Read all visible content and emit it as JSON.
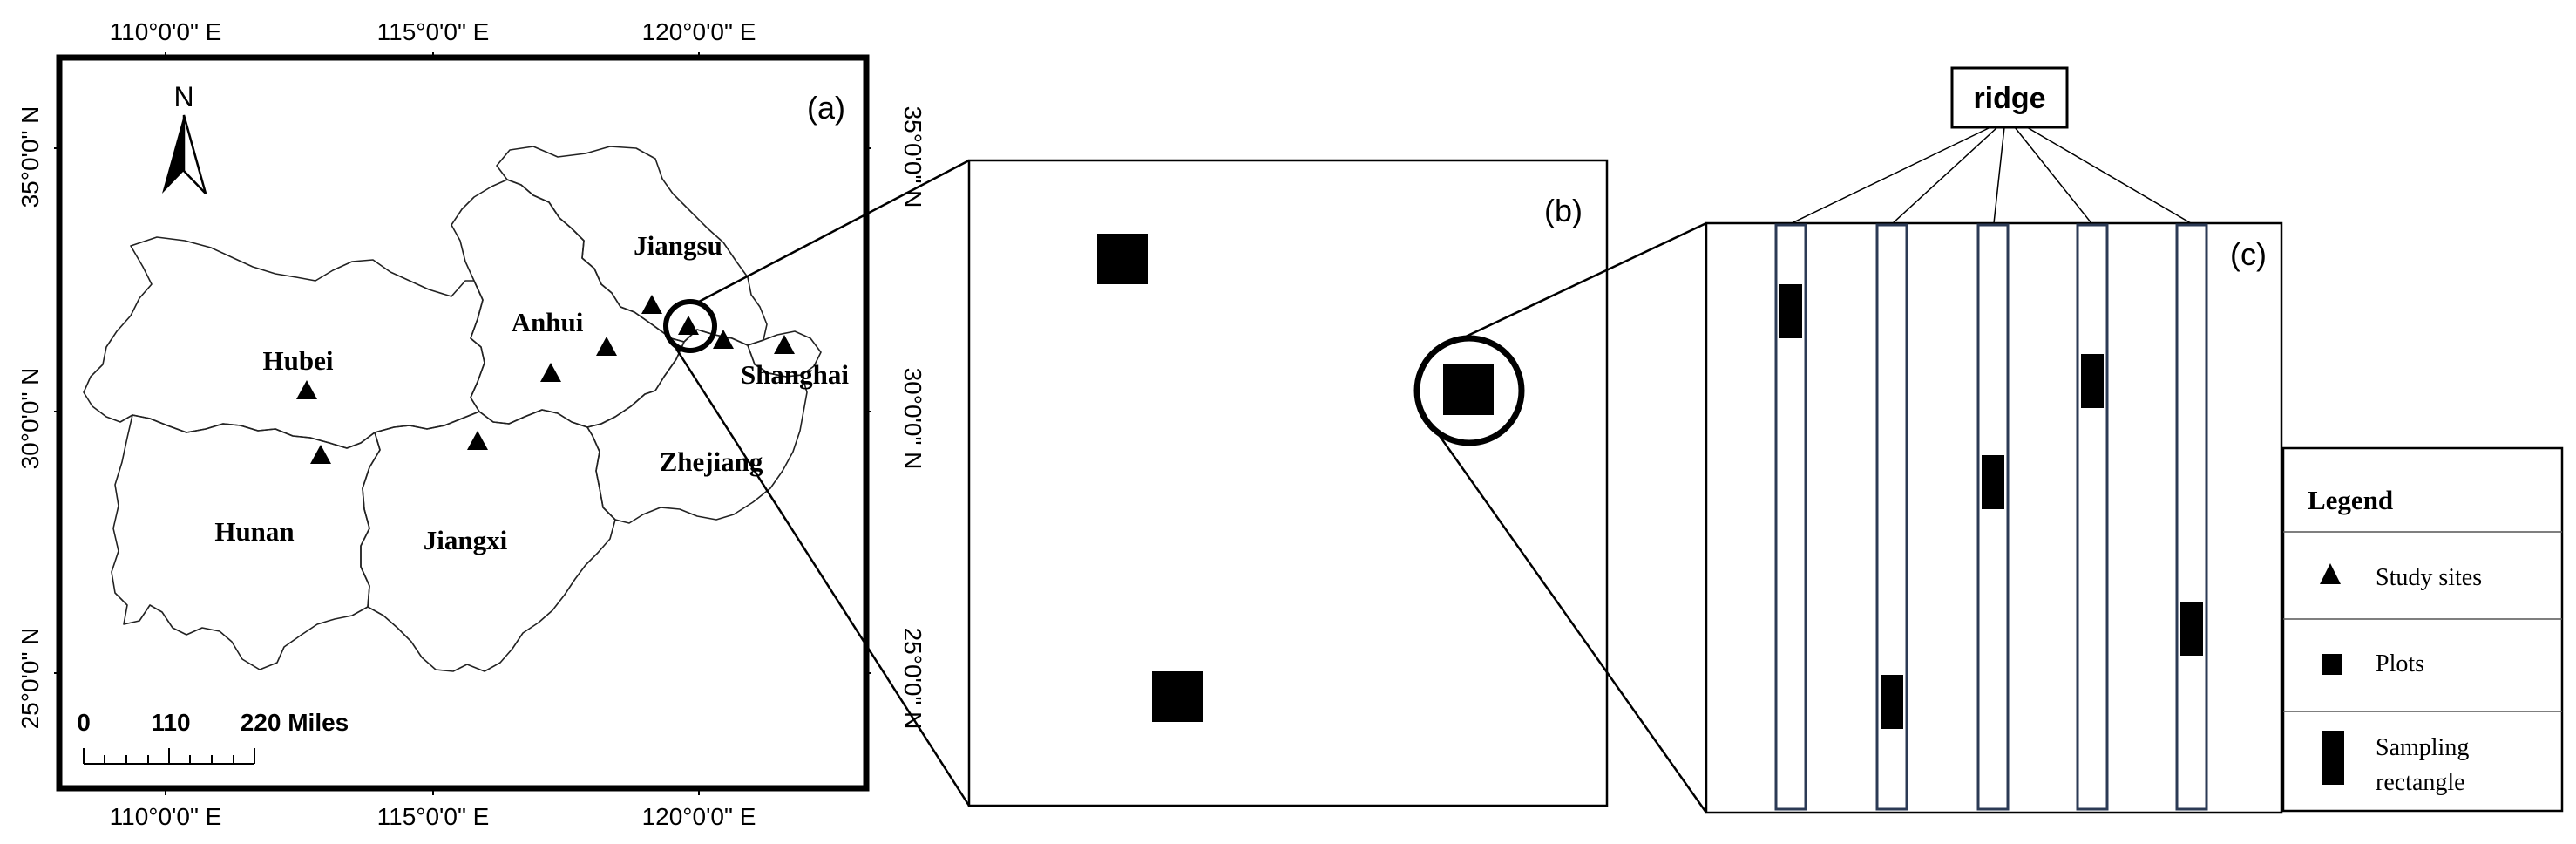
{
  "panel_a": {
    "label": "(a)",
    "north": "N",
    "top_lon": [
      "110°0'0\" E",
      "115°0'0\" E",
      "120°0'0\" E"
    ],
    "bottom_lon": [
      "110°0'0\" E",
      "115°0'0\" E",
      "120°0'0\" E"
    ],
    "left_lat": [
      "35°0'0\" N",
      "30°0'0\" N",
      "25°0'0\" N"
    ],
    "right_lat": [
      "35°0'0\" N",
      "30°0'0\" N",
      "25°0'0\" N"
    ],
    "provinces": [
      "Jiangsu",
      "Anhui",
      "Hubei",
      "Shanghai",
      "Zhejiang",
      "Hunan",
      "Jiangxi"
    ],
    "scale_labels": [
      "0",
      "110",
      "220 Miles"
    ]
  },
  "panel_b": {
    "label": "(b)"
  },
  "panel_c": {
    "label": "(c)",
    "ridge": "ridge",
    "ridge_count": 5
  },
  "legend": {
    "title": "Legend",
    "items": [
      {
        "icon": "triangle-icon",
        "label": "Study sites"
      },
      {
        "icon": "square-icon",
        "label": "Plots"
      },
      {
        "icon": "rectangle-icon",
        "label_line1": "Sampling",
        "label_line2": "rectangle"
      }
    ]
  }
}
